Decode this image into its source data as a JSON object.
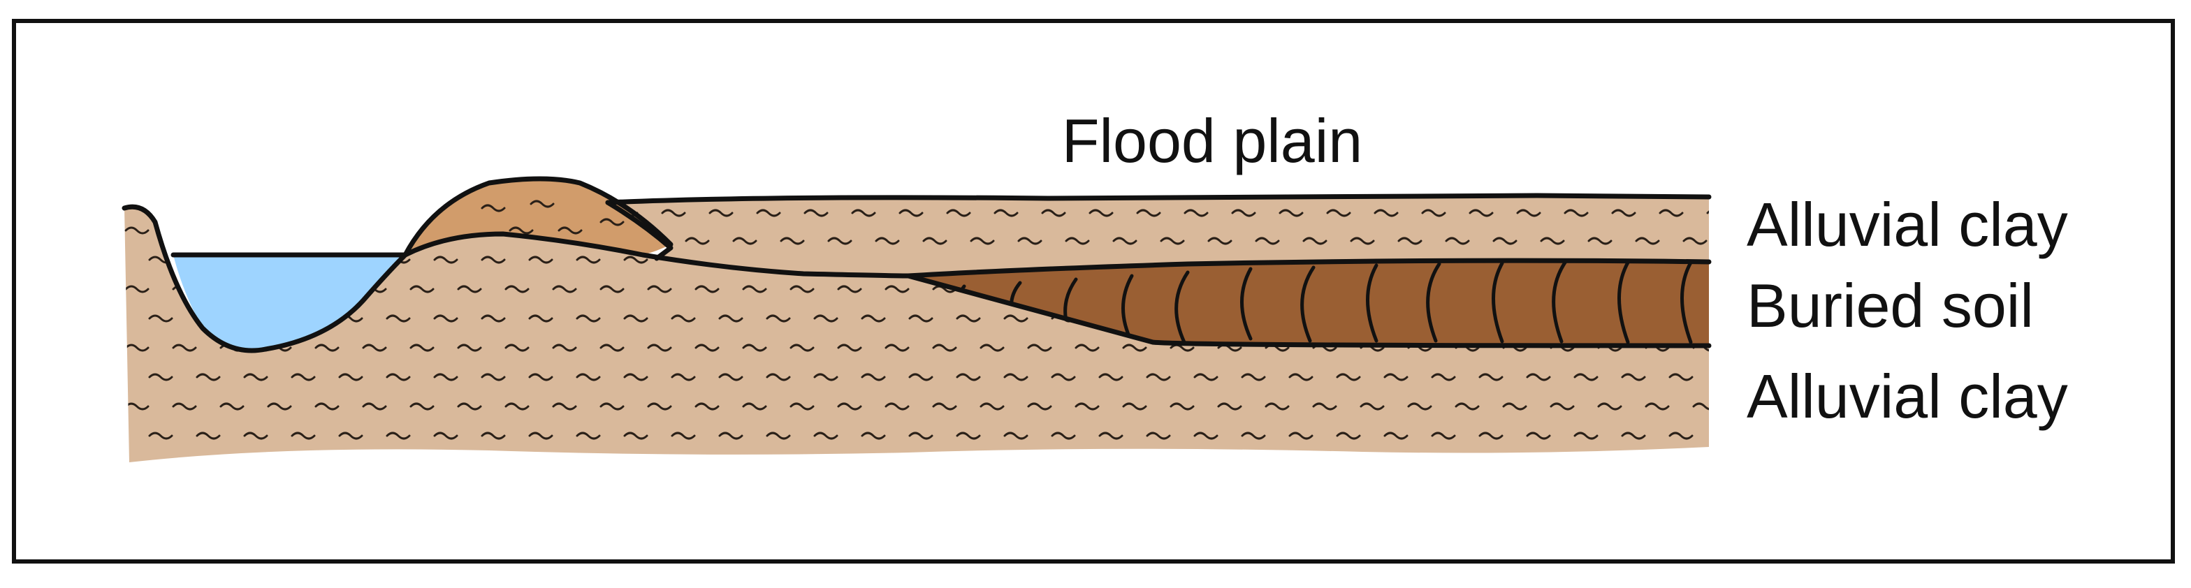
{
  "diagram": {
    "labels": {
      "flood_plain": "Flood plain",
      "upper_clay": "Alluvial clay",
      "buried_soil": "Buried soil",
      "lower_clay": "Alluvial clay"
    },
    "colors": {
      "clay": "#d9b99b",
      "levee": "#d19c6b",
      "buried_soil": "#9a5f33",
      "water": "#9ed4ff",
      "outline": "#111111"
    }
  }
}
